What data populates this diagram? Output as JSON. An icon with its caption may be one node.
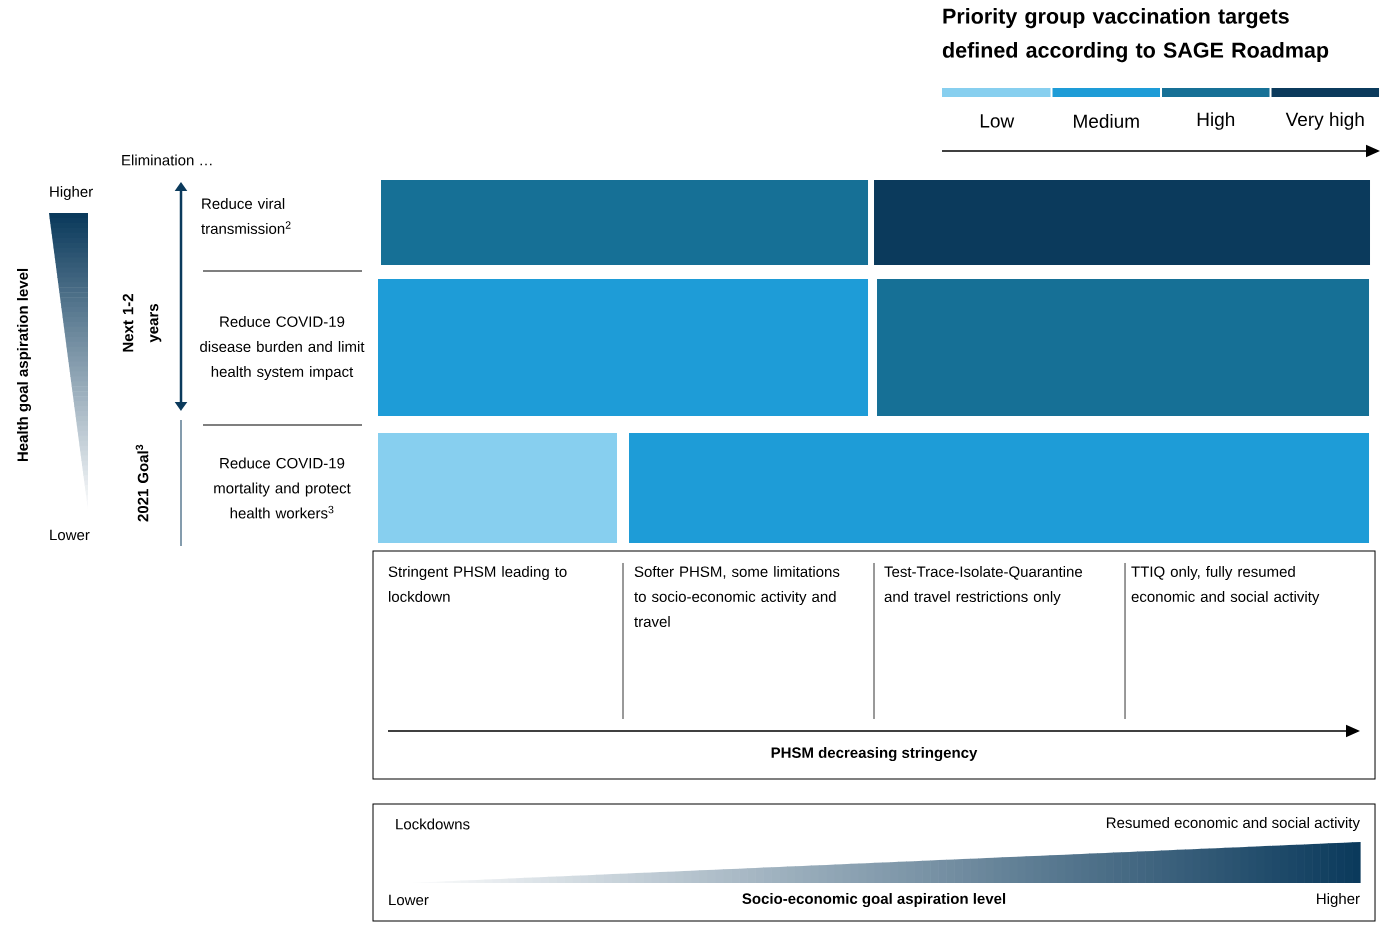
{
  "diagram": {
    "title": "Priority group vaccination targets defined according to SAGE Roadmap",
    "nodes": [
      {
        "text": [
          "Stringent PHSM leading to lockdown",
          "Softer PHSM, some limitations to socio-economic activity and travel",
          "Test-Trace-Isolate-Quarantine and travel restrictions  only",
          "TTIQ only, fully resumed economic and social activity",
          "PHSM decreasing  stringency"
        ]
      },
      {
        "text": [
          "Lockdowns",
          "Resumed economic and social activity",
          "Lower",
          "Socio-economic goal aspiration level",
          "Higher"
        ]
      }
    ],
    "labels": [
      "Elimination …",
      "Higher",
      "Lower",
      "Health goal aspiration level",
      "Reduce viral transmission$^{2}$",
      "Next 1-2 years",
      "Reduce COVID-19 disease burden and limit health system impact",
      "2021 Goal$^{3}$",
      "Reduce COVID-19 mortality and protect health workers$^{3}$"
    ],
    "legend": [
      {
        "text": "Low",
        "color": "#87cfef"
      },
      {
        "text": "Medium",
        "color": "#1e9cd7"
      },
      {
        "text": "High",
        "color": "#167096"
      },
      {
        "text": "Very high",
        "color": "#0b3a5c"
      }
    ]
  }
}
